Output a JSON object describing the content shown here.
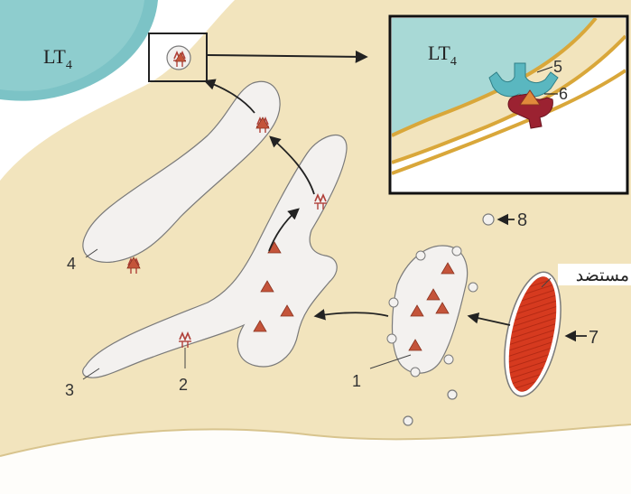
{
  "colors": {
    "background": "#ffffff",
    "cytoplasm": "#f2e4bd",
    "cell_border": "#d8c48e",
    "vesicle_fill": "#f3f1ef",
    "vesicle_stroke": "#7a7a7a",
    "cell_top": "#7cc3c6",
    "antigen": "#c4543a",
    "bacterium": "#d63a1f",
    "receptor_blue": "#5ab7c0",
    "mhc_red": "#9b2231",
    "membrane_gold": "#d9a73a",
    "arrow": "#222222"
  },
  "labels": {
    "lt4_left": "LT",
    "lt4_left_sub": "4",
    "lt4_inset": "LT",
    "lt4_inset_sub": "4",
    "n1": "1",
    "n2": "2",
    "n3": "3",
    "n4": "4",
    "n5": "5",
    "n6": "6",
    "n7": "7",
    "n8": "8",
    "antigen_word": "مستضد"
  },
  "icons": {
    "antigen": "triangle-icon",
    "mhc": "mhc-molecule-icon",
    "receptor": "t-cell-receptor-icon",
    "bacterium": "bacterium-icon",
    "arrow": "arrow-icon"
  }
}
